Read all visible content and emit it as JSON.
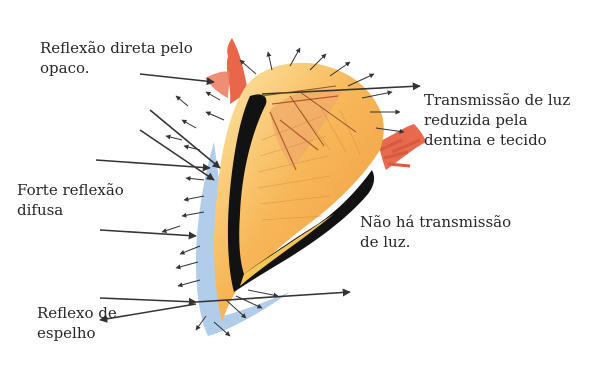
{
  "labels": {
    "direct_reflection": [
      "Reflexão direta pelo",
      "opaco."
    ],
    "reduced_transmission": [
      "Transmissão de luz",
      "reduzida pela",
      "dentina e tecido"
    ],
    "diffuse_reflection": [
      "Forte reflexão",
      "difusa"
    ],
    "no_transmission": [
      "Não há transmissão",
      "de luz."
    ],
    "mirror_reflection": [
      "Reflexo de",
      "espelho"
    ]
  },
  "colors": {
    "enamel_orange": "#f0a040",
    "enamel_light": "#fbd98a",
    "dentin_line": "#111111",
    "outer_layer_blue": "#a9c8e8",
    "gum_red": "#e86a4e",
    "arrow": "#333333"
  }
}
